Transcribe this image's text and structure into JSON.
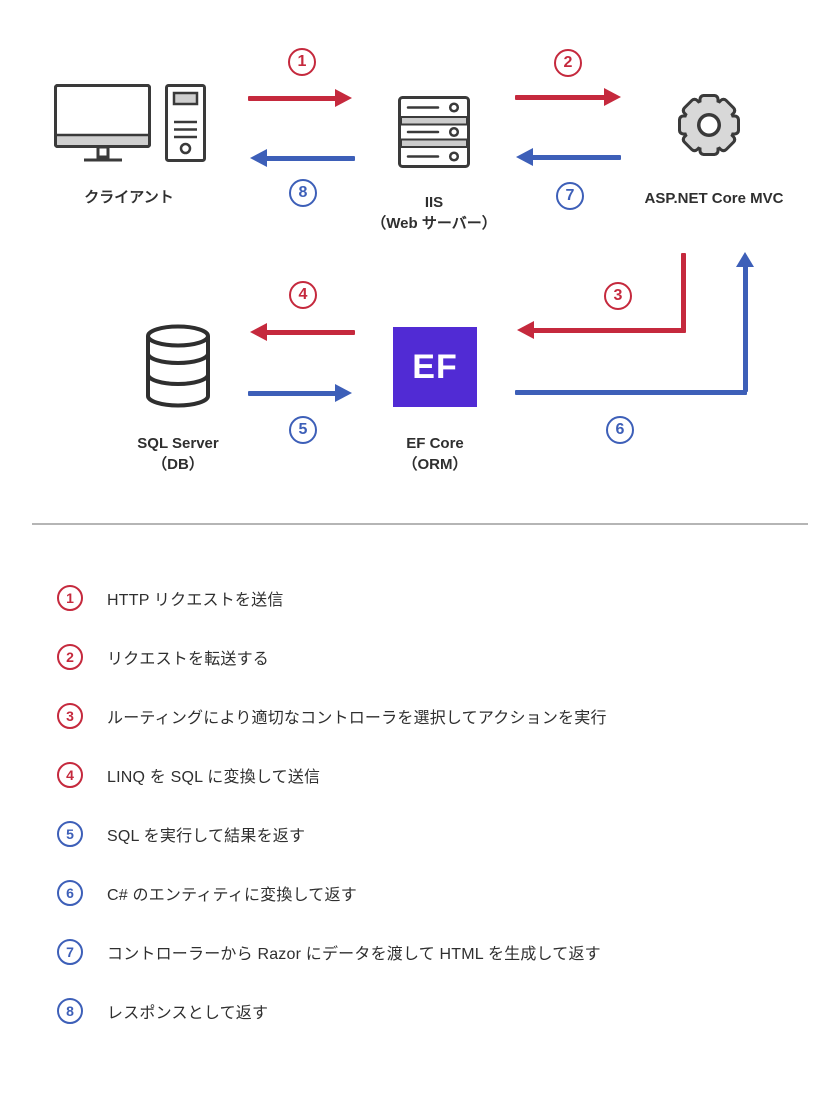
{
  "colors": {
    "red": "#C5293D",
    "blue": "#3D5FB8",
    "purple": "#512BD4",
    "text": "#2f2f2f"
  },
  "diagram": {
    "nodes": {
      "client": {
        "label": "クライアント",
        "icon": "desktop-computer-icon"
      },
      "iis": {
        "label": "IIS",
        "sublabel": "（Web サーバー）",
        "icon": "server-icon"
      },
      "aspnet": {
        "label": "ASP.NET Core MVC",
        "icon": "gear-icon"
      },
      "sql": {
        "label": "SQL Server",
        "sublabel": "（DB）",
        "icon": "database-icon"
      },
      "ef": {
        "label": "EF Core",
        "sublabel": "（ORM）",
        "icon": "ef-logo",
        "logo_text": "EF"
      }
    },
    "arrows": [
      {
        "num": "1",
        "color": "red",
        "direction": "right",
        "from": "client",
        "to": "iis"
      },
      {
        "num": "2",
        "color": "red",
        "direction": "right",
        "from": "iis",
        "to": "aspnet"
      },
      {
        "num": "3",
        "color": "red",
        "direction": "down-left",
        "from": "aspnet",
        "to": "efcore"
      },
      {
        "num": "4",
        "color": "red",
        "direction": "left",
        "from": "efcore",
        "to": "sqlserver"
      },
      {
        "num": "5",
        "color": "blue",
        "direction": "right",
        "from": "sqlserver",
        "to": "efcore"
      },
      {
        "num": "6",
        "color": "blue",
        "direction": "right-up",
        "from": "efcore",
        "to": "aspnet"
      },
      {
        "num": "7",
        "color": "blue",
        "direction": "left",
        "from": "aspnet",
        "to": "iis"
      },
      {
        "num": "8",
        "color": "blue",
        "direction": "left",
        "from": "iis",
        "to": "client"
      }
    ]
  },
  "steps": [
    {
      "num": "1",
      "color": "red",
      "text": "HTTP リクエストを送信"
    },
    {
      "num": "2",
      "color": "red",
      "text": "リクエストを転送する"
    },
    {
      "num": "3",
      "color": "red",
      "text": "ルーティングにより適切なコントローラを選択してアクションを実行"
    },
    {
      "num": "4",
      "color": "red",
      "text": "LINQ を SQL に変換して送信"
    },
    {
      "num": "5",
      "color": "blue",
      "text": "SQL を実行して結果を返す"
    },
    {
      "num": "6",
      "color": "blue",
      "text": "C# のエンティティに変換して返す"
    },
    {
      "num": "7",
      "color": "blue",
      "text": "コントローラーから Razor にデータを渡して HTML を生成して返す"
    },
    {
      "num": "8",
      "color": "blue",
      "text": "レスポンスとして返す"
    }
  ]
}
